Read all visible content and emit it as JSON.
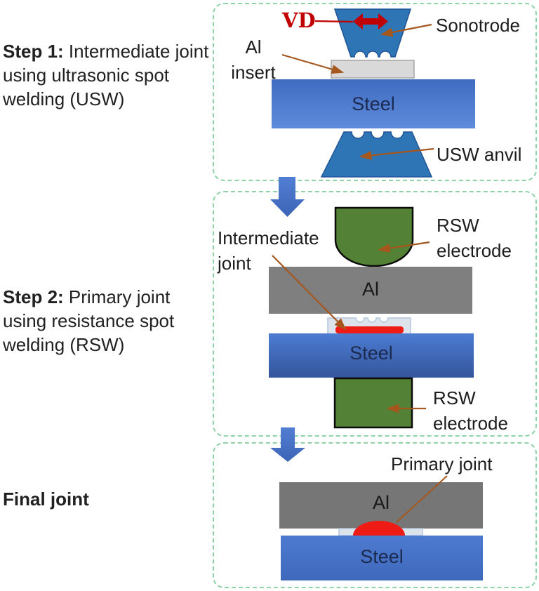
{
  "left_panel": {
    "step1": {
      "prefix": "Step 1:",
      "text": " Intermediate joint using ultrasonic spot welding (USW)"
    },
    "step2": {
      "prefix": "Step 2:",
      "text": " Primary joint using resistance spot welding (RSW)"
    },
    "final": {
      "prefix": "Final joint"
    }
  },
  "step1_panel": {
    "vd_label": "VD",
    "sonotrode_label": "Sonotrode",
    "al_insert_label_line1": "Al",
    "al_insert_label_line2": "insert",
    "steel_label": "Steel",
    "usw_anvil_label": "USW anvil"
  },
  "step2_panel": {
    "rsw_electrode_top_line1": "RSW",
    "rsw_electrode_top_line2": "electrode",
    "intermediate_joint_line1": "Intermediate",
    "intermediate_joint_line2": "joint",
    "al_label": "Al",
    "steel_label": "Steel",
    "rsw_electrode_bottom_line1": "RSW",
    "rsw_electrode_bottom_line2": "electrode"
  },
  "final_panel": {
    "primary_joint_label": "Primary joint",
    "al_label": "Al",
    "steel_label": "Steel"
  },
  "colors": {
    "panel_border_green": "#8ed3a6",
    "sonotrode_anvil_blue": "#2e75b6",
    "steel_blue": "#4472c4",
    "aluminum_gray": "#7f7f7f",
    "aluminum_gray_dark": "#767676",
    "insert_gray": "#d9d9d9",
    "insert_light": "#dde3eb",
    "electrode_green": "#538135",
    "joint_red": "#ee1c14",
    "vd_red": "#c00000",
    "pointer_brown": "#a5571d",
    "flow_arrow_blue": "#4472c4"
  }
}
